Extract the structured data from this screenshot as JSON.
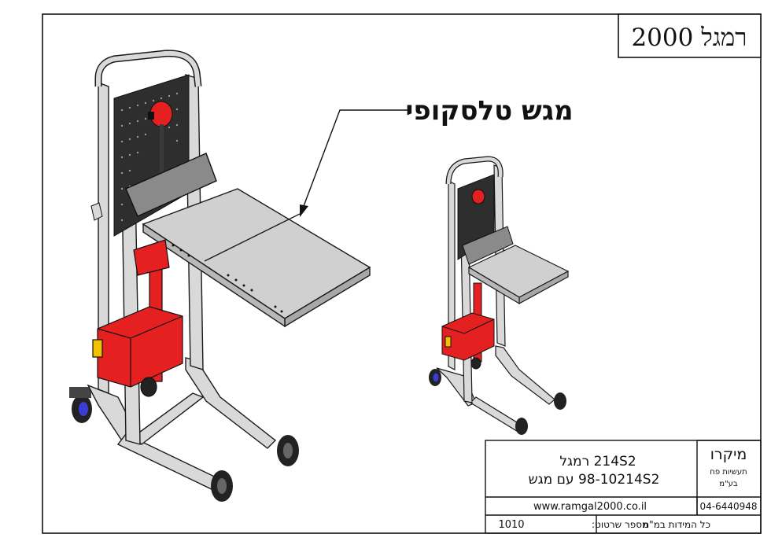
{
  "title_box": {
    "title": "רמגל 2000"
  },
  "callout": {
    "label": "מגש טלסקופי"
  },
  "title_block": {
    "model_line_1": "214S2  רמגל",
    "model_line_2": "98-10214S2  עם מגש",
    "website": "www.ramgal2000.co.il",
    "drawing_number_label": "מספר שרטוט:",
    "drawing_number": "1010",
    "dimensions_note": "כל המידות במ\"מ",
    "company_name": "מיקרו",
    "company_sub_1": "תעשיות פח",
    "company_sub_2": "בע\"מ",
    "phone": "04-6440948"
  },
  "colors": {
    "frame": "#d9d9d9",
    "frame_outline": "#1a1a1a",
    "platform": "#cfcfcf",
    "mast_dark": "#3a3a3a",
    "battery_red": "#e52020",
    "handle_yellow": "#f2c200",
    "wheel": "#222222",
    "wheel_hub": "#3b3bd6"
  },
  "icons": {
    "callout_arrow": "arrow-icon",
    "winch": "winch-icon"
  }
}
